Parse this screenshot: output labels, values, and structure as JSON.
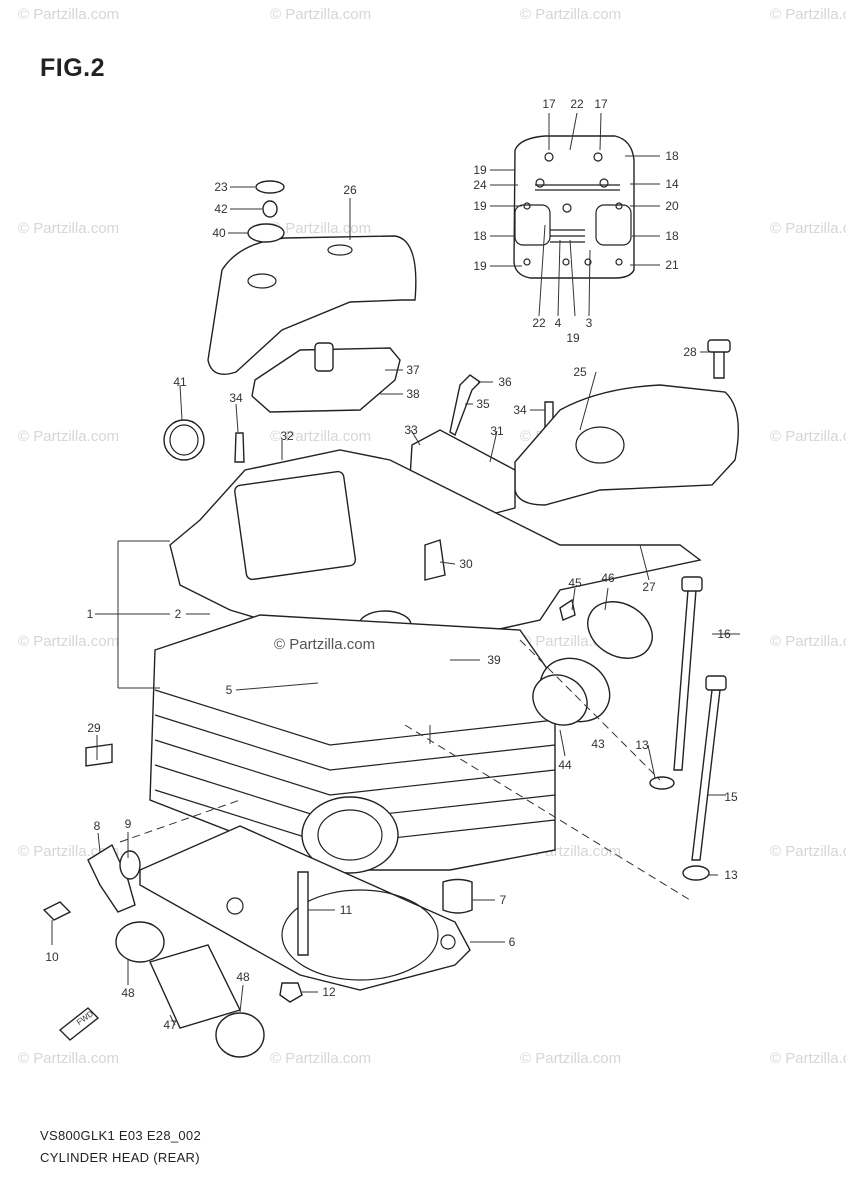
{
  "figure_title": "FIG.2",
  "footer": {
    "code": "VS800GLK1 E03 E28_002",
    "caption": "CYLINDER HEAD (REAR)"
  },
  "watermark_text": "© Partzilla.com",
  "center_watermark": "© Partzilla.com",
  "arrow_label": "FWD",
  "labels": {
    "l1": "1",
    "l2": "2",
    "l3": "3",
    "l4": "4",
    "l5": "5",
    "l6": "6",
    "l7": "7",
    "l8": "8",
    "l9": "9",
    "l10": "10",
    "l11": "11",
    "l12": "12",
    "l13a": "13",
    "l13b": "13",
    "l14": "14",
    "l15": "15",
    "l16": "16",
    "l17a": "17",
    "l17b": "17",
    "l18a": "18",
    "l18b": "18",
    "l18c": "18",
    "l19a": "19",
    "l19b": "19",
    "l19c": "19",
    "l19d": "19",
    "l20": "20",
    "l21": "21",
    "l22a": "22",
    "l22b": "22",
    "l23": "23",
    "l24": "24",
    "l25": "25",
    "l26": "26",
    "l27": "27",
    "l28": "28",
    "l29": "29",
    "l30": "30",
    "l31": "31",
    "l32": "32",
    "l33": "33",
    "l34a": "34",
    "l34b": "34",
    "l35": "35",
    "l36": "36",
    "l37": "37",
    "l38": "38",
    "l39": "39",
    "l40": "40",
    "l41": "41",
    "l42": "42",
    "l43": "43",
    "l44": "44",
    "l45": "45",
    "l46": "46",
    "l47": "47",
    "l48a": "48",
    "l48b": "48"
  },
  "colors": {
    "line": "#222222",
    "watermark": "#d6d6d6",
    "background": "#ffffff"
  }
}
